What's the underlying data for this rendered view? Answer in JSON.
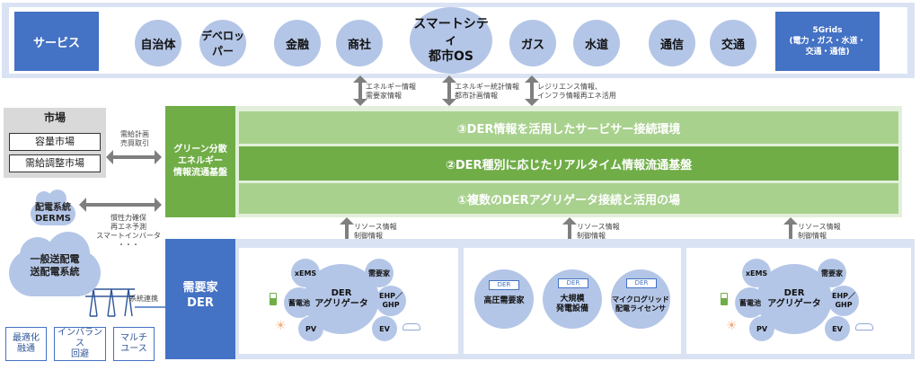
{
  "services_row": {
    "label": "サービス",
    "items": [
      "自治体",
      "デベロッパー",
      "金融",
      "商社",
      "スマートシティ\n都市OS",
      "ガス",
      "水道",
      "通信",
      "交通"
    ],
    "right_box": "5Grids\n(電力・ガス・水道・\n交通・通信)"
  },
  "top_arrow_labels": [
    "エネルギー情報\n需要家情報",
    "エネルギー統計情報\n都市計画情報",
    "レジリエンス情報、\nインフラ情報再エネ活用"
  ],
  "market": {
    "title": "市場",
    "items": [
      "容量市場",
      "需給調整市場"
    ],
    "arrow_label": "需給計画\n売買取引"
  },
  "platform": {
    "label": "グリーン分散\nエネルギー\n情報流通基盤",
    "layers": [
      "③DER情報を活用したサービサー接続環境",
      "②DER種別に応じたリアルタイム情報流通基盤",
      "①複数のDERアグリゲータ接続と活用の場"
    ]
  },
  "grid": {
    "cloud_label": "配電系統\nDERMS",
    "main_label": "一般送配電\n送配電系統",
    "arrow_label": "慣性力確保\n再エネ予測\nスマートインバータ\n・・・",
    "link_label": "系統連携",
    "bottom_items": [
      "最適化\n融通",
      "インバランス\n回避",
      "マルチ\nユース"
    ]
  },
  "bottom_arrow_labels": [
    "リソース情報\n制御情報",
    "リソース情報\n制御情報",
    "リソース情報\n制御情報"
  ],
  "der": {
    "label": "需要家\nDER",
    "aggregator_left": {
      "center": "DER\nアグリゲータ",
      "bubbles": [
        "xEMS",
        "需要家",
        "蓄電池",
        "EHP／\nGHP",
        "PV",
        "EV"
      ]
    },
    "middle": {
      "tag": "DER",
      "items": [
        "高圧需要家",
        "大規模\n発電設備",
        "マイクログリッド\n配電ライセンサ"
      ]
    },
    "aggregator_right": {
      "center": "DER\nアグリゲータ",
      "bubbles": [
        "xEMS",
        "需要家",
        "蓄電池",
        "EHP／\nGHP",
        "PV",
        "EV"
      ]
    }
  },
  "colors": {
    "blue": "#4472c4",
    "light_blue": "#b4c6e7",
    "panel_blue": "#dae3f3",
    "green_light": "#a9d18e",
    "green": "#70ad47",
    "grey": "#d9d9d9",
    "arrow_grey": "#7f7f7f"
  }
}
